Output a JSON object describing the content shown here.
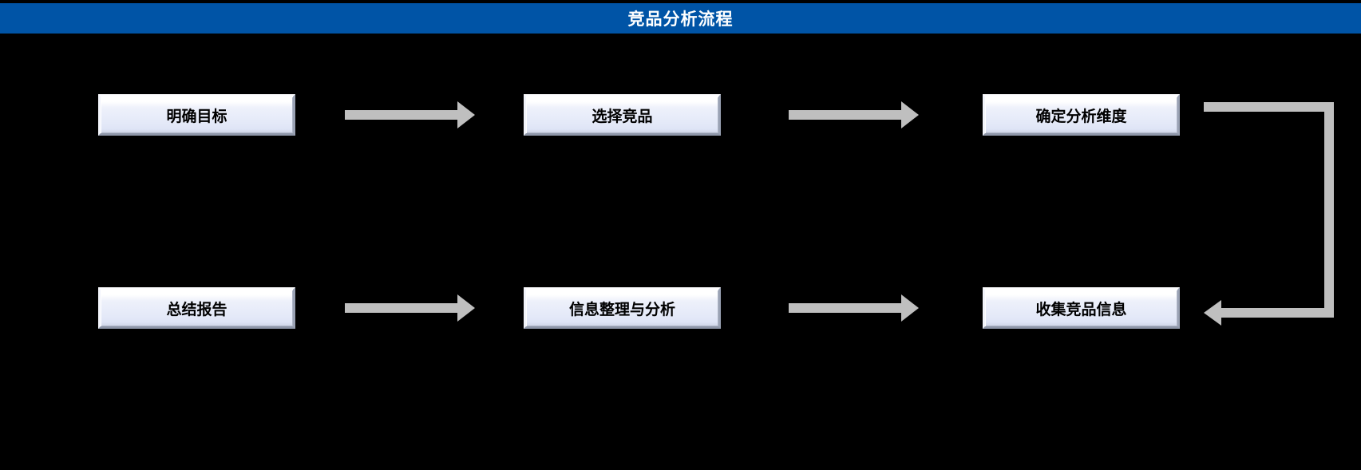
{
  "header": {
    "title": "竞品分析流程",
    "bar_color": "#0054A6",
    "text_color": "#FFFFFF"
  },
  "diagram": {
    "type": "flowchart",
    "background": "#000000",
    "node_fill": "#E4E9F8",
    "connector_color": "#BFBFBF",
    "nodes": [
      {
        "id": "n1",
        "label": "明确目标",
        "row": "top",
        "col": 1
      },
      {
        "id": "n2",
        "label": "选择竞品",
        "row": "top",
        "col": 2
      },
      {
        "id": "n3",
        "label": "确定分析维度",
        "row": "top",
        "col": 3
      },
      {
        "id": "n4",
        "label": "收集竞品信息",
        "row": "bottom",
        "col": 3
      },
      {
        "id": "n5",
        "label": "信息整理与分析",
        "row": "bottom",
        "col": 2
      },
      {
        "id": "n6",
        "label": "总结报告",
        "row": "bottom",
        "col": 1
      }
    ],
    "connectors": [
      {
        "id": "a1",
        "from": "n1",
        "to": "n2",
        "direction": "right"
      },
      {
        "id": "a2",
        "from": "n2",
        "to": "n3",
        "direction": "right"
      },
      {
        "id": "a3",
        "from": "n3",
        "to": "n4",
        "direction": "loop-down-left"
      },
      {
        "id": "a4",
        "from": "n6",
        "to": "n5",
        "direction": "right"
      },
      {
        "id": "a5",
        "from": "n5",
        "to": "n4",
        "direction": "right"
      }
    ]
  }
}
